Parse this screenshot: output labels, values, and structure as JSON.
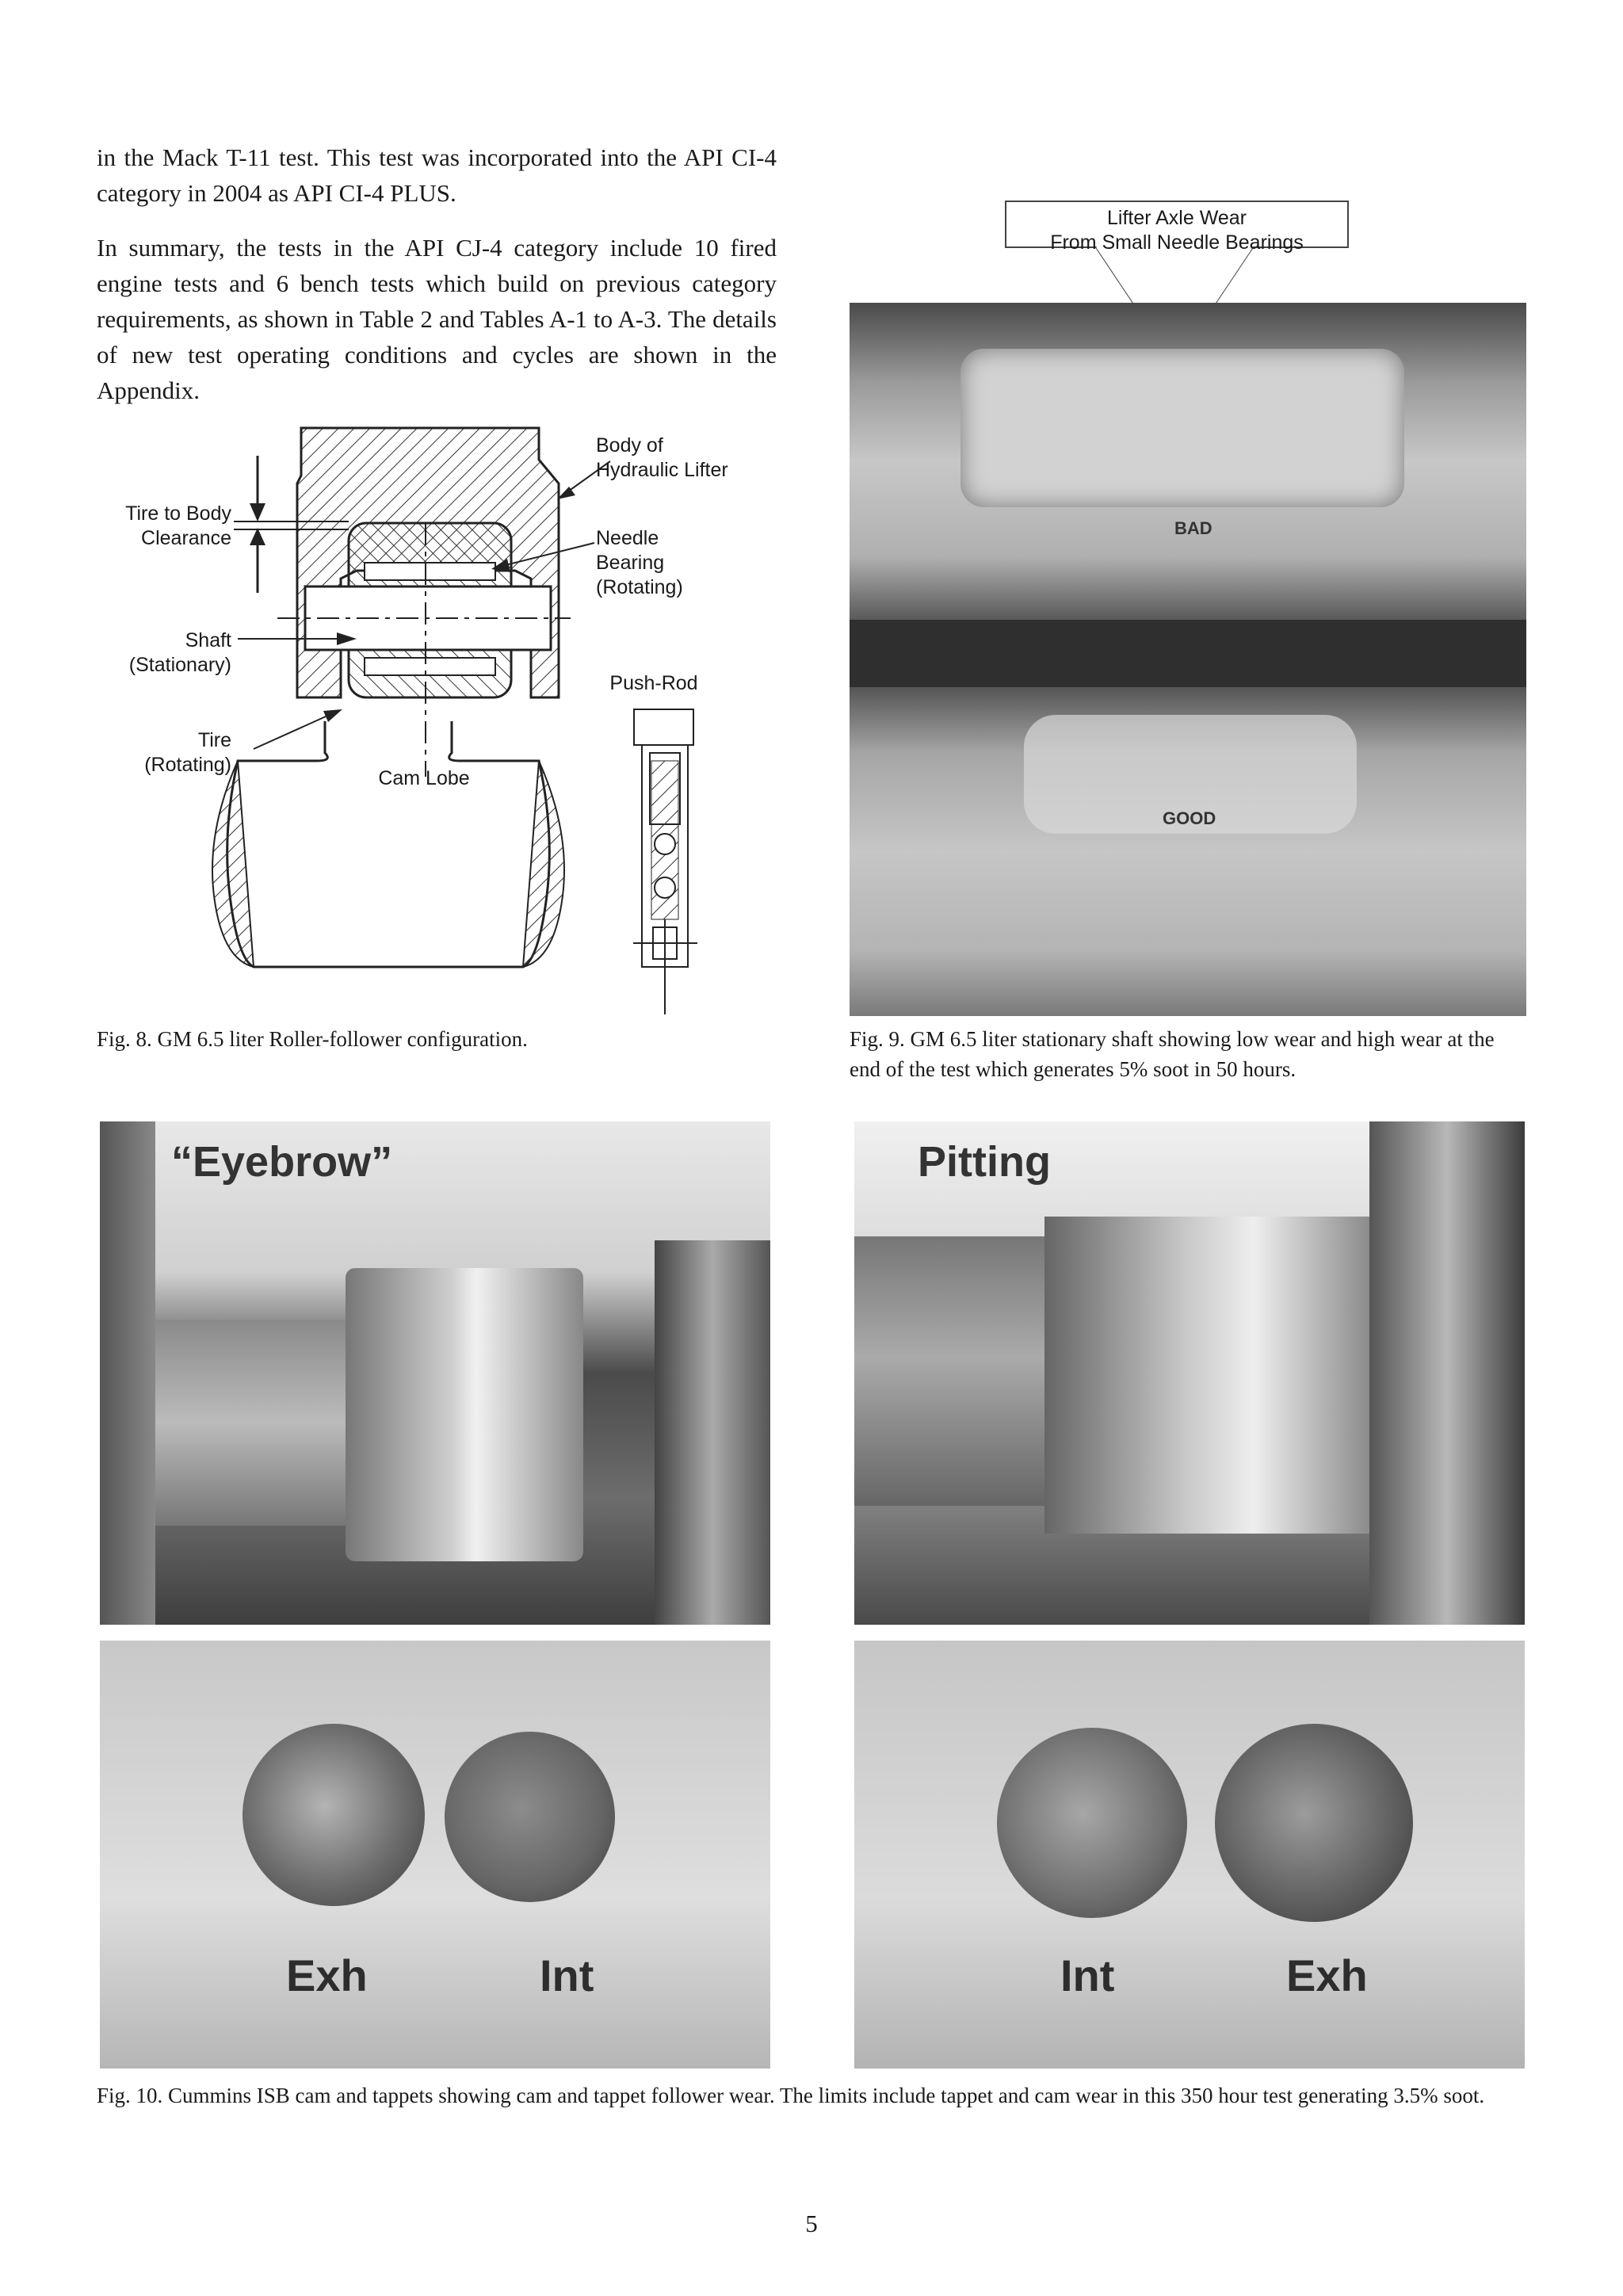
{
  "body_text": {
    "paragraph_1": "in the Mack T-11 test.  This test was incorporated into the API CI-4 category in 2004 as API CI-4 PLUS.",
    "paragraph_2": "In summary, the tests in the API CJ-4 category include 10 fired engine tests and 6 bench tests which build on previous category requirements, as shown in Table 2 and Tables A-1 to A-3.  The details of new test operating conditions and cycles are shown in the Appendix."
  },
  "figure_8": {
    "labels": {
      "body": [
        "Body of",
        "Hydraulic Lifter"
      ],
      "clearance": [
        "Tire to Body",
        "Clearance"
      ],
      "needle": [
        "Needle",
        "Bearing",
        "(Rotating)"
      ],
      "shaft": [
        "Shaft",
        "(Stationary)"
      ],
      "pushrod": "Push-Rod",
      "tire": [
        "Tire",
        "(Rotating)"
      ],
      "cam_lobe": "Cam Lobe"
    },
    "caption": "Fig. 8. GM 6.5 liter Roller-follower configuration."
  },
  "figure_9": {
    "callout": [
      "Lifter Axle Wear",
      "From Small Needle Bearings"
    ],
    "label_bad": "BAD",
    "label_good": "GOOD",
    "caption": "Fig. 9. GM 6.5 liter stationary shaft showing low wear and high wear at the end of the test which generates 5% soot in 50 hours."
  },
  "figure_10": {
    "label_eyebrow": "“Eyebrow”",
    "label_pitting": "Pitting",
    "left_tappets": [
      "Exh",
      "Int"
    ],
    "right_tappets": [
      "Int",
      "Exh"
    ],
    "caption": "Fig. 10. Cummins ISB cam and tappets showing cam and tappet follower wear. The limits include tappet and cam wear in this 350 hour test generating 3.5% soot."
  },
  "page_number": "5"
}
